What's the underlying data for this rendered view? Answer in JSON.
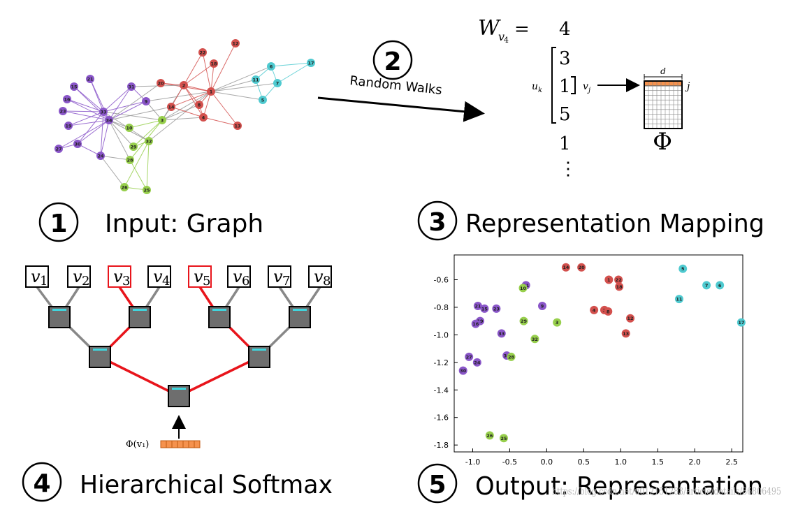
{
  "panels": {
    "input": {
      "step": "1",
      "label": "Input: Graph"
    },
    "walks": {
      "step": "2",
      "label": "Random Walks"
    },
    "mapping": {
      "step": "3",
      "label": "Representation Mapping"
    },
    "softmax": {
      "step": "4",
      "label": "Hierarchical Softmax"
    },
    "output": {
      "step": "5",
      "label": "Output: Representation"
    }
  },
  "walk": {
    "title": "W",
    "title_sub": "v",
    "title_sub2": "4",
    "equals": "=",
    "sequence": [
      "4",
      "3",
      "1",
      "5",
      "1",
      "⋮"
    ],
    "uk": "u",
    "uk_sub": "k",
    "vj": "v",
    "vj_sub": "j",
    "dim": "d",
    "row": "j",
    "phi": "Φ"
  },
  "tree": {
    "leaves": [
      {
        "base": "v",
        "sub": "1",
        "on_path": false
      },
      {
        "base": "v",
        "sub": "2",
        "on_path": false
      },
      {
        "base": "v",
        "sub": "3",
        "on_path": true
      },
      {
        "base": "v",
        "sub": "4",
        "on_path": false
      },
      {
        "base": "v",
        "sub": "5",
        "on_path": true
      },
      {
        "base": "v",
        "sub": "6",
        "on_path": false
      },
      {
        "base": "v",
        "sub": "7",
        "on_path": false
      },
      {
        "base": "v",
        "sub": "8",
        "on_path": false
      }
    ],
    "input_label": "Φ(v₁)"
  },
  "colors": {
    "purple": "#8a56c9",
    "red": "#d3504d",
    "green": "#97cf4c",
    "cyan": "#4fcad0",
    "path_red": "#e8141b",
    "orange": "#f5924e"
  },
  "chart_data": {
    "type": "scatter",
    "xlim": [
      -1.25,
      2.65
    ],
    "ylim": [
      -1.85,
      -0.42
    ],
    "xticks": [
      "-1.0",
      "-0.5",
      "0.0",
      "0.5",
      "1.0",
      "1.5",
      "2.0",
      "2.5"
    ],
    "yticks": [
      "-0.6",
      "-0.8",
      "-1.0",
      "-1.2",
      "-1.4",
      "-1.6",
      "-1.8"
    ],
    "xtick_values": [
      -1.0,
      -0.5,
      0.0,
      0.5,
      1.0,
      1.5,
      2.0,
      2.5
    ],
    "ytick_values": [
      -0.6,
      -0.8,
      -1.0,
      -1.2,
      -1.4,
      -1.6,
      -1.8
    ],
    "points": [
      {
        "label": "14",
        "x": 0.26,
        "y": -0.51,
        "group": "red"
      },
      {
        "label": "20",
        "x": 0.47,
        "y": -0.51,
        "group": "red"
      },
      {
        "label": "1",
        "x": 0.84,
        "y": -0.6,
        "group": "red"
      },
      {
        "label": "22",
        "x": 0.97,
        "y": -0.6,
        "group": "red"
      },
      {
        "label": "18",
        "x": 0.98,
        "y": -0.65,
        "group": "red"
      },
      {
        "label": "4",
        "x": 0.64,
        "y": -0.82,
        "group": "red"
      },
      {
        "label": "2",
        "x": 0.78,
        "y": -0.82,
        "group": "red"
      },
      {
        "label": "8",
        "x": 0.83,
        "y": -0.83,
        "group": "red"
      },
      {
        "label": "12",
        "x": 1.13,
        "y": -0.88,
        "group": "red"
      },
      {
        "label": "13",
        "x": 1.07,
        "y": -0.99,
        "group": "red"
      },
      {
        "label": "5",
        "x": 1.84,
        "y": -0.52,
        "group": "cyan"
      },
      {
        "label": "7",
        "x": 2.16,
        "y": -0.64,
        "group": "cyan"
      },
      {
        "label": "6",
        "x": 2.34,
        "y": -0.64,
        "group": "cyan"
      },
      {
        "label": "11",
        "x": 1.79,
        "y": -0.74,
        "group": "cyan"
      },
      {
        "label": "17",
        "x": 2.63,
        "y": -0.91,
        "group": "cyan"
      },
      {
        "label": "31",
        "x": -0.28,
        "y": -0.64,
        "group": "purple"
      },
      {
        "label": "10",
        "x": -0.32,
        "y": -0.66,
        "group": "green"
      },
      {
        "label": "9",
        "x": -0.06,
        "y": -0.79,
        "group": "purple"
      },
      {
        "label": "21",
        "x": -0.93,
        "y": -0.79,
        "group": "purple"
      },
      {
        "label": "15",
        "x": -0.84,
        "y": -0.81,
        "group": "purple"
      },
      {
        "label": "23",
        "x": -0.68,
        "y": -0.81,
        "group": "purple"
      },
      {
        "label": "19",
        "x": -0.9,
        "y": -0.9,
        "group": "purple"
      },
      {
        "label": "16",
        "x": -0.96,
        "y": -0.92,
        "group": "purple"
      },
      {
        "label": "29",
        "x": -0.31,
        "y": -0.9,
        "group": "green"
      },
      {
        "label": "3",
        "x": 0.14,
        "y": -0.91,
        "group": "green"
      },
      {
        "label": "33",
        "x": -0.61,
        "y": -0.99,
        "group": "purple"
      },
      {
        "label": "32",
        "x": -0.16,
        "y": -1.03,
        "group": "green"
      },
      {
        "label": "34",
        "x": -0.54,
        "y": -1.15,
        "group": "purple"
      },
      {
        "label": "28",
        "x": -0.48,
        "y": -1.16,
        "group": "green"
      },
      {
        "label": "27",
        "x": -1.05,
        "y": -1.16,
        "group": "purple"
      },
      {
        "label": "24",
        "x": -0.94,
        "y": -1.2,
        "group": "purple"
      },
      {
        "label": "30",
        "x": -1.13,
        "y": -1.26,
        "group": "purple"
      },
      {
        "label": "26",
        "x": -0.77,
        "y": -1.73,
        "group": "green"
      },
      {
        "label": "25",
        "x": -0.58,
        "y": -1.75,
        "group": "green"
      }
    ]
  },
  "graph": {
    "nodes": [
      {
        "id": "1",
        "group": "red"
      },
      {
        "id": "2",
        "group": "red"
      },
      {
        "id": "3",
        "group": "green"
      },
      {
        "id": "4",
        "group": "red"
      },
      {
        "id": "5",
        "group": "cyan"
      },
      {
        "id": "6",
        "group": "cyan"
      },
      {
        "id": "7",
        "group": "cyan"
      },
      {
        "id": "8",
        "group": "red"
      },
      {
        "id": "9",
        "group": "purple"
      },
      {
        "id": "10",
        "group": "green"
      },
      {
        "id": "11",
        "group": "cyan"
      },
      {
        "id": "12",
        "group": "red"
      },
      {
        "id": "13",
        "group": "red"
      },
      {
        "id": "14",
        "group": "red"
      },
      {
        "id": "15",
        "group": "purple"
      },
      {
        "id": "16",
        "group": "purple"
      },
      {
        "id": "17",
        "group": "cyan"
      },
      {
        "id": "18",
        "group": "red"
      },
      {
        "id": "19",
        "group": "purple"
      },
      {
        "id": "20",
        "group": "red"
      },
      {
        "id": "21",
        "group": "purple"
      },
      {
        "id": "22",
        "group": "red"
      },
      {
        "id": "23",
        "group": "purple"
      },
      {
        "id": "24",
        "group": "purple"
      },
      {
        "id": "25",
        "group": "green"
      },
      {
        "id": "26",
        "group": "green"
      },
      {
        "id": "27",
        "group": "purple"
      },
      {
        "id": "28",
        "group": "green"
      },
      {
        "id": "29",
        "group": "green"
      },
      {
        "id": "30",
        "group": "purple"
      },
      {
        "id": "31",
        "group": "purple"
      },
      {
        "id": "32",
        "group": "green"
      },
      {
        "id": "33",
        "group": "purple"
      },
      {
        "id": "34",
        "group": "purple"
      }
    ]
  },
  "watermark": "https://blog.csdn.net/u012151283/article/details/86806495"
}
